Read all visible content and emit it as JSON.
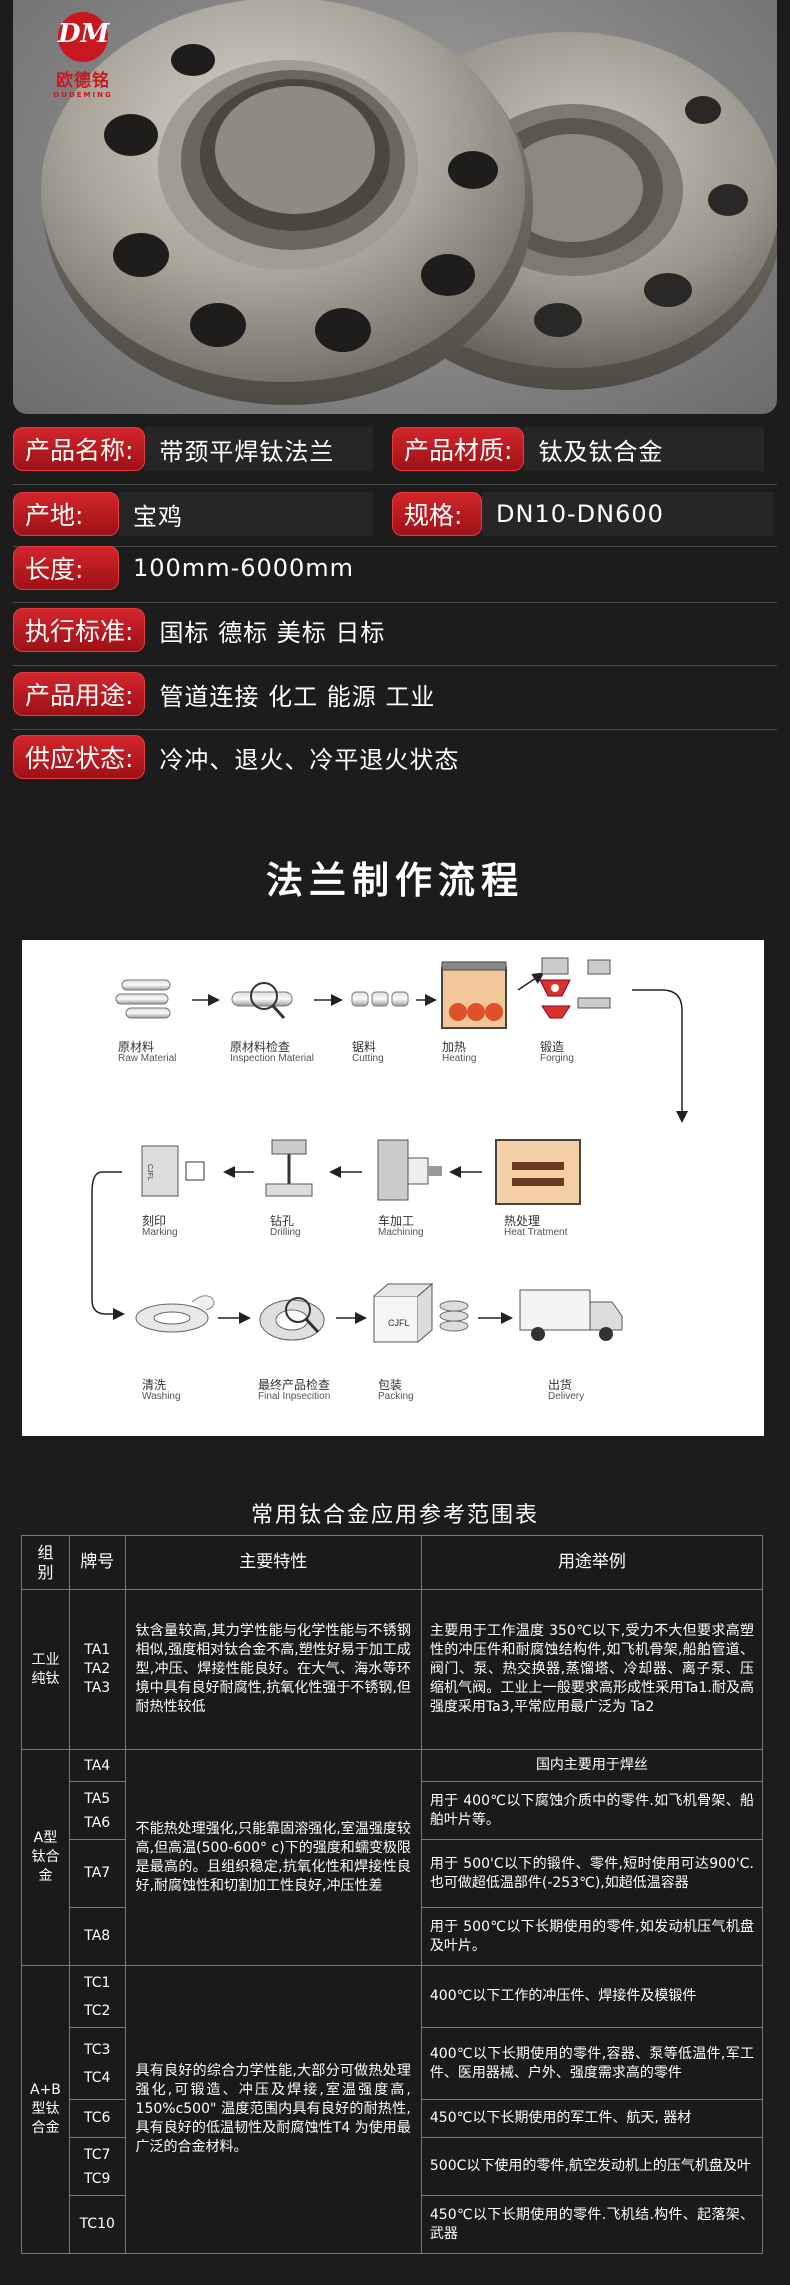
{
  "brand": {
    "name": "欧德铭",
    "pinyin": "OUDEMING",
    "mark": "DM"
  },
  "specs": [
    {
      "label": "产品名称:",
      "value": "带颈平焊钛法兰"
    },
    {
      "label": "产品材质:",
      "value": "钛及钛合金"
    },
    {
      "label": "产地:",
      "value": "宝鸡"
    },
    {
      "label": "规格:",
      "value": "DN10-DN600"
    },
    {
      "label": "长度:",
      "value": "100mm-6000mm"
    },
    {
      "label": "执行标准:",
      "value": "国标 德标 美标 日标"
    },
    {
      "label": "产品用途:",
      "value": "管道连接 化工 能源 工业"
    },
    {
      "label": "供应状态:",
      "value": "冷冲、退火、冷平退火状态"
    }
  ],
  "process": {
    "title": "法兰制作流程",
    "steps": [
      {
        "cn": "原材料",
        "en": "Raw Material"
      },
      {
        "cn": "原材料检查",
        "en": "Inspection Material"
      },
      {
        "cn": "锯料",
        "en": "Cutting"
      },
      {
        "cn": "加热",
        "en": "Heating"
      },
      {
        "cn": "锻造",
        "en": "Forging"
      },
      {
        "cn": "热处理",
        "en": "Heat Tratment"
      },
      {
        "cn": "车加工",
        "en": "Machining"
      },
      {
        "cn": "钻孔",
        "en": "Drilling"
      },
      {
        "cn": "刻印",
        "en": "Marking"
      },
      {
        "cn": "清洗",
        "en": "Washing"
      },
      {
        "cn": "最终产品检查",
        "en": "Final Inpsecition"
      },
      {
        "cn": "包装",
        "en": "Packing"
      },
      {
        "cn": "出货",
        "en": "Delivery"
      }
    ],
    "box_labels": {
      "cjfl": "CJFL",
      "marking_box": "CJFL"
    }
  },
  "table": {
    "title": "常用钛合金应用参考范围表",
    "headers": [
      "组别",
      "牌号",
      "主要特性",
      "用途举例"
    ],
    "groups": [
      {
        "name": "工业纯钛",
        "grades": "TA1\nTA2\nTA3",
        "property": "钛含量较高,其力学性能与化学性能与不锈钢相似,强度相对钛合金不高,塑性好易于加工成型,冲压、焊接性能良好。在大气、海水等环境中具有良好耐腐性,抗氧化性强于不锈钢,但耐热性较低",
        "use": "主要用于工作温度 350℃以下,受力不大但要求高塑性的冲压件和耐腐蚀结构件,如飞机骨架,船舶管道、阀门、泵、热交换器,蒸馏塔、冷却器、离子泵、压缩机气阀。工业上一般要求高形成性采用Ta1.耐及高强度采用Ta3,平常应用最广泛为 Ta2"
      },
      {
        "name": "A型钛合金",
        "property": "不能热处理强化,只能靠固溶强化,室温强度较高,但高温(500-600° c)下的强度和蠕变极限是最高的。且组织稳定,抗氧化性和焊接性良好,耐腐蚀性和切割加工性良好,冲压性差",
        "rows": [
          {
            "grades": "TA4",
            "use": "国内主要用于焊丝"
          },
          {
            "grades": "TA5\nTA6",
            "use": "用于 400℃以下腐蚀介质中的零件.如飞机骨架、船舶叶片等。"
          },
          {
            "grades": "TA7",
            "use": "用于 500'C以下的锻件、零件,短时使用可达900'C.也可做超低温部件(-253℃),如超低温容器"
          },
          {
            "grades": "TA8",
            "use": "用于 500℃以下长期使用的零件,如发动机压气机盘及叶片。"
          }
        ]
      },
      {
        "name": "A+B型钛合金",
        "property": "具有良好的综合力学性能,大部分可做热处理强化,可锻造、冲压及焊接,室温强度高, 150%c500\" 温度范围内具有良好的耐热性,具有良好的低温韧性及耐腐蚀性T4 为使用最广泛的合金材料。",
        "rows": [
          {
            "grades": "TC1\nTC2",
            "use": "400℃以下工作的冲压件、焊接件及模锻件"
          },
          {
            "grades": "TC3\nTC4",
            "use": "400℃以下长期使用的零件,容器、泵等低温件,军工件、医用器械、户外、强度需求高的零件"
          },
          {
            "grades": "TC6",
            "use": "450℃以下长期使用的军工件、航天, 器材"
          },
          {
            "grades": "TC7\nTC9",
            "use": "500C以下使用的零件,航空发动机上的压气机盘及叶"
          },
          {
            "grades": "TC10",
            "use": "450℃以下长期使用的零件.飞机结.构件、起落架、武器"
          }
        ]
      }
    ]
  }
}
